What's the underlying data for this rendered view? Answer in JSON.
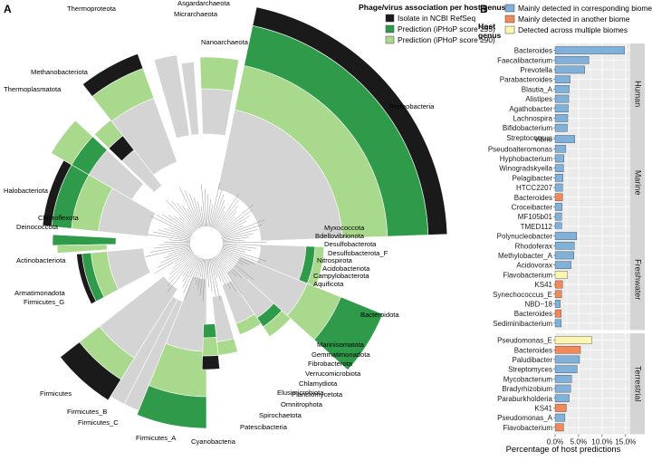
{
  "panel_a": {
    "letter": "A",
    "legend": {
      "title": "Phage/virus association per host genus:",
      "items": [
        {
          "label": "Isolate in NCBI RefSeq",
          "color": "#1a1a1a"
        },
        {
          "label": "Prediction (iPHoP score ≥95)",
          "color": "#2e9a4a"
        },
        {
          "label": "Prediction (iPHoP score ≥90)",
          "color": "#a9d98c"
        }
      ]
    },
    "phyla": [
      {
        "name": "Thermoproteota",
        "deg": -28
      },
      {
        "name": "Asgardarchaeota",
        "deg": -13
      },
      {
        "name": "Micrarchaeota",
        "deg": -6
      },
      {
        "name": "Nanoarchaeota",
        "deg": 2
      },
      {
        "name": "Methanobacteriota",
        "deg": -42
      },
      {
        "name": "Thermoplasmatota",
        "deg": -52
      },
      {
        "name": "Halobacteriota",
        "deg": -68
      },
      {
        "name": "Proteobacteria",
        "deg": 50
      },
      {
        "name": "Chloroflexota",
        "deg": -88
      },
      {
        "name": "Deinococcota",
        "deg": -92
      },
      {
        "name": "Actinobacteriota",
        "deg": -105
      },
      {
        "name": "Armatimonadota",
        "deg": -120
      },
      {
        "name": "Firmicutes_G",
        "deg": -124
      },
      {
        "name": "Firmicutes",
        "deg": -138
      },
      {
        "name": "Firmicutes_B",
        "deg": -150
      },
      {
        "name": "Firmicutes_C",
        "deg": -156
      },
      {
        "name": "Firmicutes_A",
        "deg": -166
      },
      {
        "name": "Cyanobacteria",
        "deg": 178
      },
      {
        "name": "Patescibacteria",
        "deg": 162
      },
      {
        "name": "Spirochaetota",
        "deg": 154
      },
      {
        "name": "Omnitrophota",
        "deg": 149
      },
      {
        "name": "Elusimicrobiota",
        "deg": 145
      },
      {
        "name": "Planctomycetota",
        "deg": 142
      },
      {
        "name": "Chlamydiota",
        "deg": 139
      },
      {
        "name": "Verrucomicrobiota",
        "deg": 136
      },
      {
        "name": "Fibrobacterota",
        "deg": 133
      },
      {
        "name": "Gemmatimonadota",
        "deg": 130
      },
      {
        "name": "Marinisomatota",
        "deg": 127
      },
      {
        "name": "Bacteroidota",
        "deg": 118
      },
      {
        "name": "Myxococcota",
        "deg": 96
      },
      {
        "name": "Bdellovibrionota",
        "deg": 99
      },
      {
        "name": "Desulfobacterota",
        "deg": 101
      },
      {
        "name": "Desulfobacterota_F",
        "deg": 103
      },
      {
        "name": "Nitrospirota",
        "deg": 105
      },
      {
        "name": "Acidobacteriota",
        "deg": 107
      },
      {
        "name": "Campylobacterota",
        "deg": 109
      },
      {
        "name": "Aquificota",
        "deg": 111
      }
    ]
  },
  "chart_data": {
    "type": "bar",
    "panel_letter": "B",
    "legend_title": "Host genus",
    "legend": [
      {
        "label": "Mainly detected in corresponding biome",
        "color": "#7fb1da"
      },
      {
        "label": "Mainly detected in another biome",
        "color": "#f08a5d"
      },
      {
        "label": "Detected across multiple biomes",
        "color": "#fdf6b0"
      }
    ],
    "xlabel": "Percentage of host predictions",
    "xlim": [
      0,
      16
    ],
    "xticks": [
      "0.0%",
      "5.0%",
      "10.0%",
      "15.0%"
    ],
    "facets": [
      {
        "name": "Human",
        "categories": [
          "Bacteroides",
          "Faecalibacterium",
          "Prevotella",
          "Parabacteroides",
          "Blautia_A",
          "Alistipes",
          "Agathobacter",
          "Lachnospira",
          "Bifidobacterium",
          "Streptococcus"
        ],
        "values": [
          14.8,
          7.2,
          6.3,
          3.2,
          3.0,
          2.9,
          2.8,
          2.7,
          2.6,
          2.2
        ],
        "classes": [
          "corr",
          "corr",
          "corr",
          "corr",
          "corr",
          "corr",
          "corr",
          "corr",
          "corr",
          "corr"
        ]
      },
      {
        "name": "Marine",
        "categories": [
          "Vibrio",
          "Pseudoalteromonas",
          "Hyphobacterium",
          "Winogradskyella",
          "Pelagibacter",
          "HTCC2207",
          "Bacteroides",
          "Croceibacter",
          "MF105b01",
          "TMED112"
        ],
        "values": [
          4.2,
          2.3,
          1.9,
          1.8,
          1.7,
          1.6,
          1.6,
          1.5,
          1.4,
          1.4
        ],
        "classes": [
          "corr",
          "corr",
          "corr",
          "corr",
          "corr",
          "corr",
          "other",
          "corr",
          "corr",
          "corr"
        ]
      },
      {
        "name": "Freshwater",
        "categories": [
          "Polynucleobacter",
          "Rhodoferax",
          "Methylobacter_A",
          "Acidovorax",
          "Flavobacterium",
          "KS41",
          "Synechococcus_E",
          "NBD−18",
          "Bacteroides",
          "Sediminibacterium"
        ],
        "values": [
          4.6,
          4.1,
          4.0,
          3.4,
          2.6,
          1.6,
          1.4,
          1.1,
          1.3,
          1.3
        ],
        "classes": [
          "corr",
          "corr",
          "corr",
          "corr",
          "multi",
          "other",
          "other",
          "corr",
          "other",
          "corr"
        ]
      },
      {
        "name": "Terrestrial",
        "categories": [
          "Pseudomonas_E",
          "Bacteroides",
          "Paludibacter",
          "Streptomyces",
          "Mycobacterium",
          "Bradyrhizobium",
          "Paraburkholderia",
          "KS41",
          "Pseudomonas_A",
          "Flavobacterium"
        ],
        "values": [
          7.8,
          5.4,
          5.2,
          4.7,
          3.5,
          3.3,
          3.0,
          2.4,
          2.1,
          1.8
        ],
        "classes": [
          "multi",
          "other",
          "corr",
          "corr",
          "corr",
          "corr",
          "corr",
          "other",
          "corr",
          "other"
        ]
      }
    ]
  }
}
